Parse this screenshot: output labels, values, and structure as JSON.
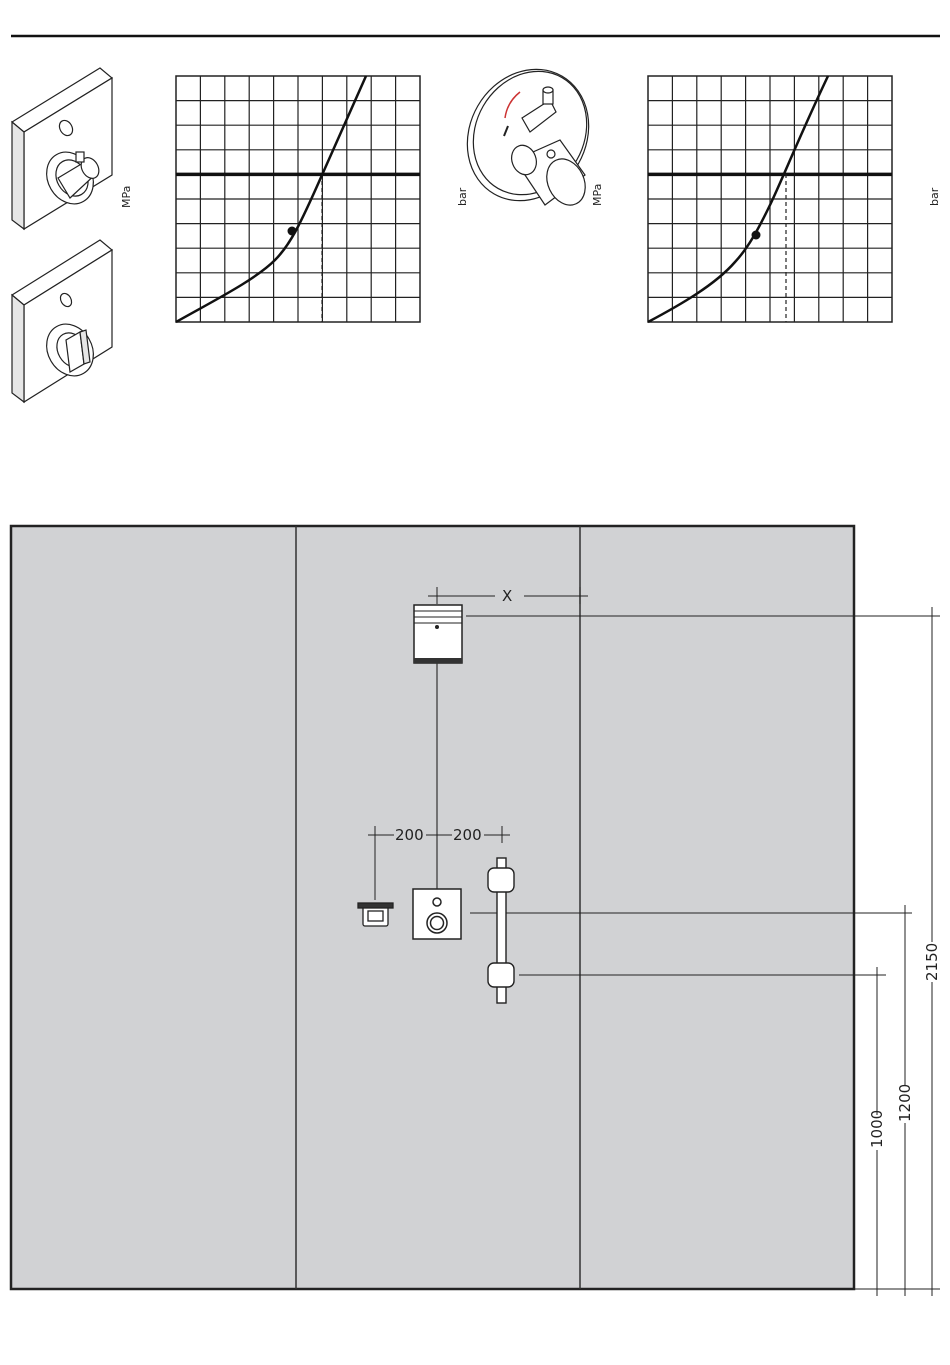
{
  "units": {
    "left_pressure": "MPa",
    "left_flow": "bar",
    "right_pressure": "MPa",
    "right_flow": "bar"
  },
  "dimensions": {
    "x": "X",
    "left_offset": "200",
    "right_offset": "200",
    "height_1000": "1000",
    "height_1200": "1200",
    "height_2150": "2150"
  },
  "colors": {
    "wall": "#d1d2d4",
    "line": "#222222"
  }
}
